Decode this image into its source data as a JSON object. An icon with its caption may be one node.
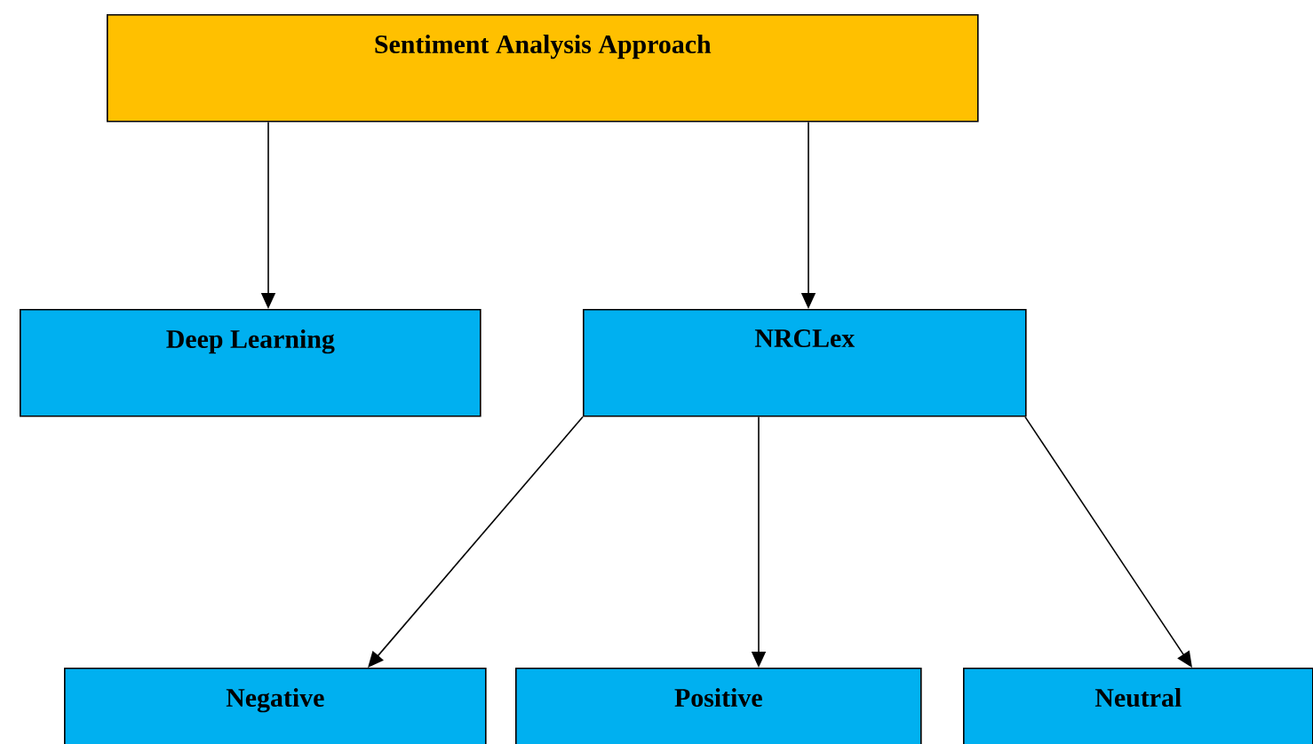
{
  "diagram": {
    "nodes": [
      {
        "text": [
          "Sentiment Analysis Approach"
        ]
      },
      {
        "text": [
          "Deep Learning"
        ]
      },
      {
        "text": [
          "NRCLex"
        ]
      },
      {
        "text": [
          "Negative"
        ]
      },
      {
        "text": [
          "Positive"
        ]
      },
      {
        "text": [
          "Neutral"
        ]
      }
    ],
    "edges": [
      {
        "from": 0,
        "to": 1,
        "arrow": "to"
      },
      {
        "from": 0,
        "to": 2,
        "arrow": "to"
      },
      {
        "from": 2,
        "to": 3,
        "arrow": "to"
      },
      {
        "from": 2,
        "to": 4,
        "arrow": "to"
      },
      {
        "from": 2,
        "to": 5,
        "arrow": "to"
      }
    ]
  }
}
